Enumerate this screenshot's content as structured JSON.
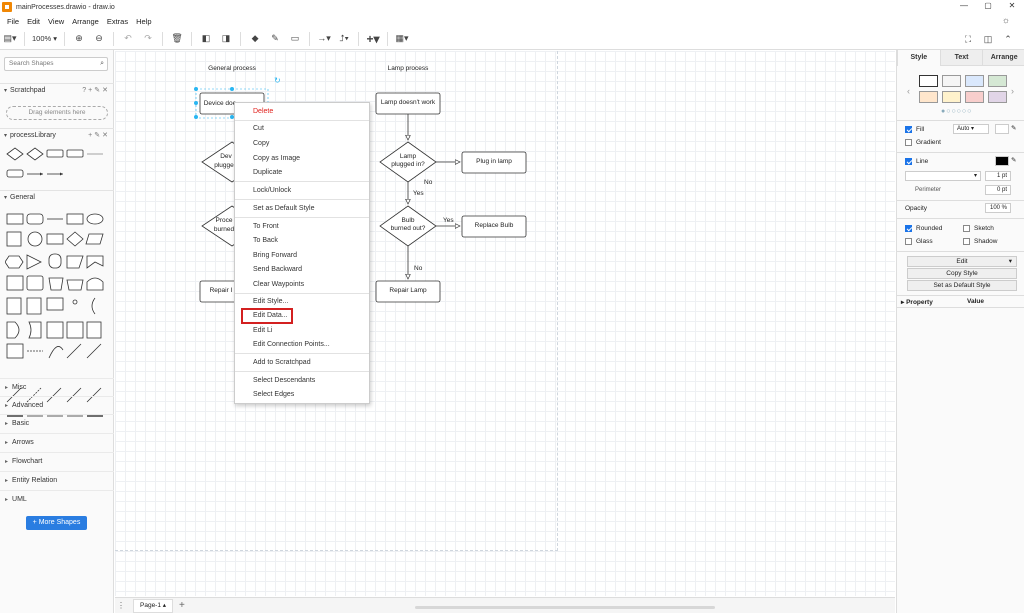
{
  "window": {
    "title": "mainProcesses.drawio - draw.io",
    "min": "—",
    "max": "▢",
    "close": "✕"
  },
  "menu": [
    "File",
    "Edit",
    "View",
    "Arrange",
    "Extras",
    "Help"
  ],
  "toolbar": {
    "zoom": "100%"
  },
  "left": {
    "search_placeholder": "Search Shapes",
    "scratchpad": "Scratchpad",
    "drag_here": "Drag elements here",
    "process_library": "processLibrary",
    "general": "General",
    "collapsed": [
      "Misc",
      "Advanced",
      "Basic",
      "Arrows",
      "Flowchart",
      "Entity Relation",
      "UML"
    ],
    "more_shapes": "+ More Shapes"
  },
  "diagram": {
    "general_title": "General process",
    "lamp_title": "Lamp process",
    "general_nodes": {
      "start": "Device doe",
      "d1a": "Dev",
      "d1b": "plugge",
      "d2a": "Proce",
      "d2b": "burned",
      "repair": "Repair I"
    },
    "lamp_nodes": {
      "start": "Lamp doesn't work",
      "d1a": "Lamp",
      "d1b": "plugged in?",
      "plug": "Plug in lamp",
      "d2a": "Bulb",
      "d2b": "burned out?",
      "replace": "Replace Bulb",
      "repair": "Repair Lamp"
    },
    "edge_labels": {
      "no1": "No",
      "yes1": "Yes",
      "yes2": "Yes",
      "no2": "No"
    }
  },
  "context_menu": {
    "delete": "Delete",
    "cut": "Cut",
    "copy": "Copy",
    "copy_image": "Copy as Image",
    "duplicate": "Duplicate",
    "lock": "Lock/Unlock",
    "default_style": "Set as Default Style",
    "to_front": "To Front",
    "to_back": "To Back",
    "bring_forward": "Bring Forward",
    "send_backward": "Send Backward",
    "clear_waypoints": "Clear Waypoints",
    "edit_style": "Edit Style...",
    "edit_data": "Edit Data...",
    "edit_link": "Edit Li",
    "edit_conn": "Edit Connection Points...",
    "add_scratchpad": "Add to Scratchpad",
    "select_desc": "Select Descendants",
    "select_edges": "Select Edges"
  },
  "right": {
    "tabs": [
      "Style",
      "Text",
      "Arrange"
    ],
    "fill": "Fill",
    "fill_mode": "Auto",
    "gradient": "Gradient",
    "line": "Line",
    "line_width": "1 pt",
    "perimeter": "Perimeter",
    "perimeter_value": "0 pt",
    "opacity": "Opacity",
    "opacity_value": "100 %",
    "rounded": "Rounded",
    "sketch": "Sketch",
    "glass": "Glass",
    "shadow": "Shadow",
    "edit": "Edit",
    "copy_style": "Copy Style",
    "set_default": "Set as Default Style",
    "property": "Property",
    "value": "Value"
  },
  "bottom": {
    "page": "Page-1"
  },
  "colors": {
    "accent": "#2a7de1",
    "highlight": "#d32020",
    "selection": "#29b6f2"
  }
}
